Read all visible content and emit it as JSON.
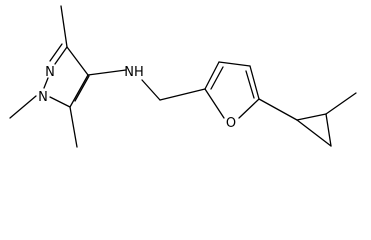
{
  "molecule": {
    "atoms": {
      "pyrazole_n1": "N",
      "pyrazole_n2": "N",
      "amine_nh": "NH",
      "furan_o": "O"
    }
  },
  "colors": {
    "bond": "#000000",
    "label": "#000000",
    "background": "#ffffff"
  }
}
